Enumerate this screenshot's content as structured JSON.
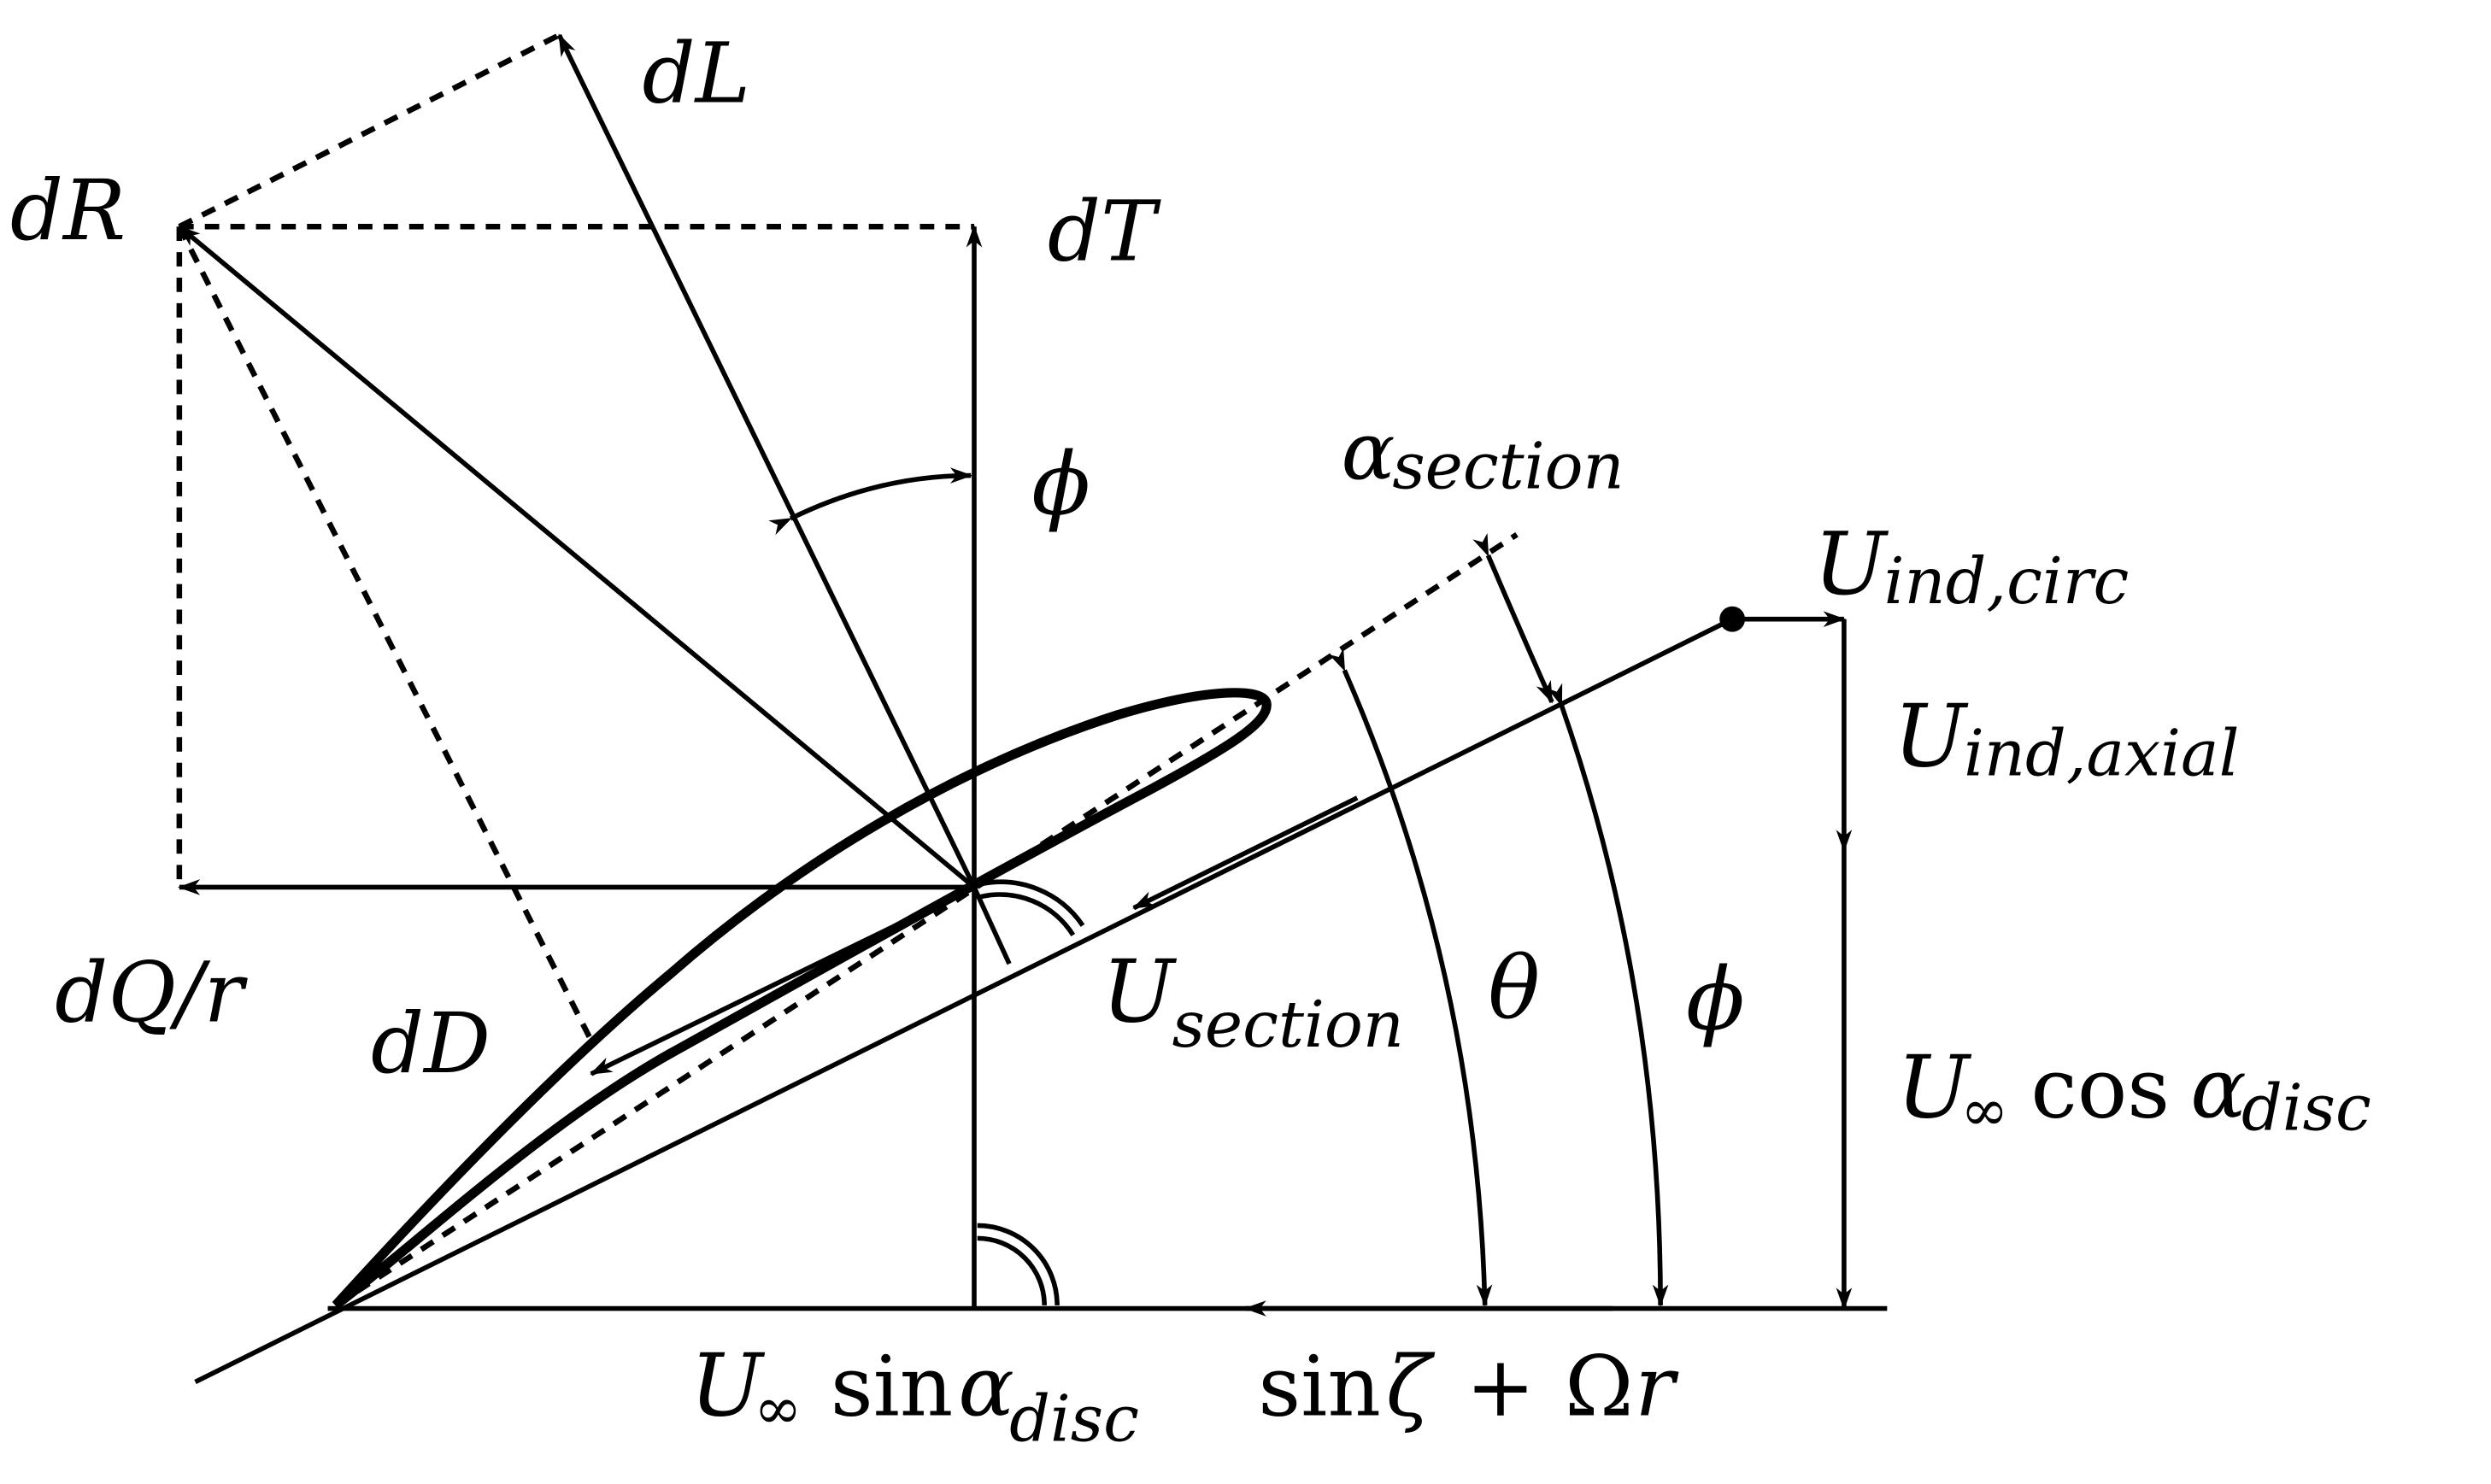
{
  "labels": {
    "dL": "dL",
    "dR": "dR",
    "dT": "dT",
    "phi_top": "ϕ",
    "alpha": "α",
    "alpha_sub": "section",
    "u_ind_circ": "U",
    "u_ind_circ_sub": "ind,circ",
    "u_ind_axial": "U",
    "u_ind_axial_sub": "ind,axial",
    "dQr": "dQ/r",
    "dD": "dD",
    "u_section": "U",
    "u_section_sub": "section",
    "theta": "θ",
    "phi_right": "ϕ",
    "u_cos_u": "U",
    "u_cos_inf": "∞",
    "u_cos_cos": "cos",
    "u_cos_alpha": "α",
    "u_cos_sub": "disc",
    "bottom_u": "U",
    "bottom_inf": "∞",
    "bottom_sin1": "sin",
    "bottom_alpha": "α",
    "bottom_sub": "disc",
    "bottom_sin2": "sin",
    "bottom_zeta": "ζ",
    "bottom_plus": "+",
    "bottom_omega": "Ω",
    "bottom_r": "r"
  }
}
